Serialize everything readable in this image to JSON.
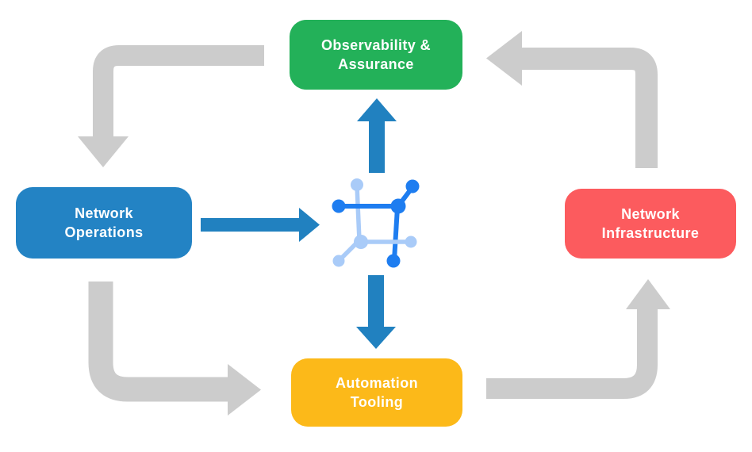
{
  "diagram": {
    "background_color": "#FFFFFF",
    "nodes": {
      "observability": {
        "label": "Observability & Assurance",
        "lines": [
          "Observability &",
          "Assurance"
        ],
        "color": "#23B159",
        "text_color": "#FFFFFF"
      },
      "network_operations": {
        "label": "Network Operations",
        "lines": [
          "Network",
          "Operations"
        ],
        "color": "#2383C4",
        "text_color": "#FFFFFF"
      },
      "network_infrastructure": {
        "label": "Network Infrastructure",
        "lines": [
          "Network",
          "Infrastructure"
        ],
        "color": "#FC5B5E",
        "text_color": "#FFFFFF"
      },
      "automation_tooling": {
        "label": "Automation Tooling",
        "lines": [
          "Automation",
          "Tooling"
        ],
        "color": "#FCB919",
        "text_color": "#FFFFFF"
      }
    },
    "center_icon": {
      "name": "network-mesh-icon",
      "dark_color": "#1E7DF0",
      "light_color": "#A9CBF8"
    },
    "arrows": {
      "cycle_color": "#CCCCCC",
      "flow_color": "#2181C0",
      "edges": [
        {
          "from": "Observability & Assurance",
          "to": "Network Operations",
          "style": "gray-cycle"
        },
        {
          "from": "Network Operations",
          "to": "Automation Tooling",
          "style": "gray-cycle"
        },
        {
          "from": "Automation Tooling",
          "to": "Network Infrastructure",
          "style": "gray-cycle"
        },
        {
          "from": "Network Infrastructure",
          "to": "Observability & Assurance",
          "style": "gray-cycle"
        },
        {
          "from": "Network Operations",
          "to": "center-icon",
          "style": "blue-flow"
        },
        {
          "from": "center-icon",
          "to": "Observability & Assurance",
          "style": "blue-flow"
        },
        {
          "from": "center-icon",
          "to": "Automation Tooling",
          "style": "blue-flow"
        }
      ]
    }
  }
}
